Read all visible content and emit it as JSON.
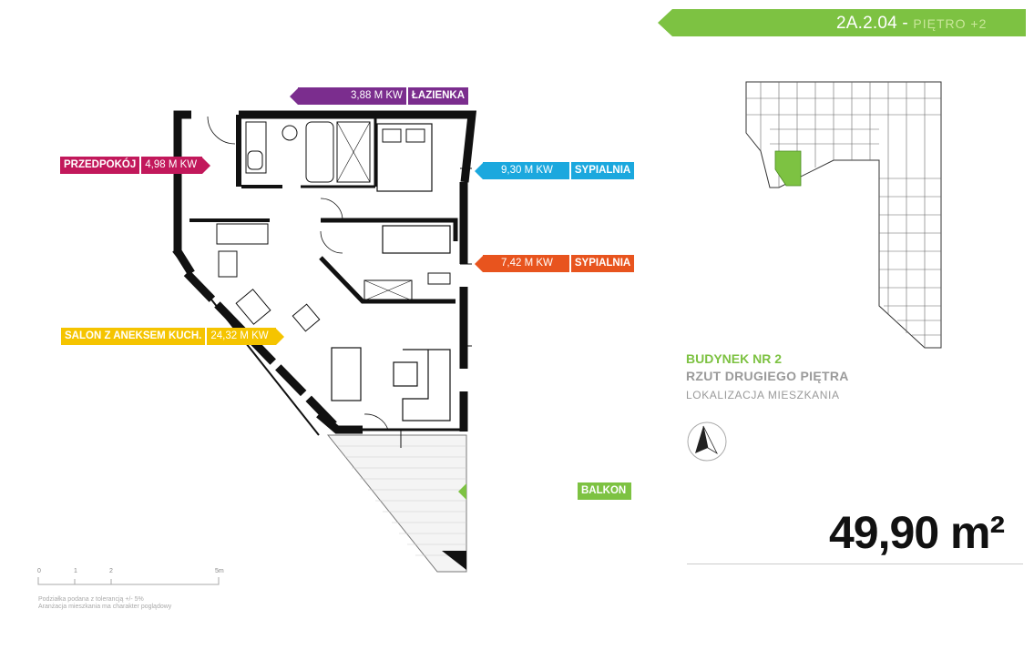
{
  "header": {
    "unit_code": "2A.2.04",
    "dash": "-",
    "floor": "PIĘTRO +2",
    "color": "#7dc242"
  },
  "rooms": [
    {
      "name": "ŁAZIENKA",
      "area": "3,88 M KW",
      "color": "#7b2d8e"
    },
    {
      "name": "PRZEDPOKÓJ",
      "area": "4,98 M KW",
      "color": "#c2185b"
    },
    {
      "name": "SYPIALNIA",
      "area": "9,30 M KW",
      "color": "#1ba8de"
    },
    {
      "name": "SYPIALNIA",
      "area": "7,42 M KW",
      "color": "#e8541e"
    },
    {
      "name": "SALON Z ANEKSEM KUCH.",
      "area": "24,32 M KW",
      "color": "#f5c400"
    },
    {
      "name": "BALKON",
      "area": "",
      "color": "#7dc242"
    }
  ],
  "building": {
    "title": "BUDYNEK NR 2",
    "subtitle": "RZUT DRUGIEGO PIĘTRA",
    "caption": "LOKALIZACJA MIESZKANIA"
  },
  "total_area": "49,90 m²",
  "scale": {
    "ticks": [
      "0",
      "1",
      "2",
      "5m"
    ]
  },
  "notes": [
    "Podziałka podana z tolerancją +/- 5%",
    "Aranżacja mieszkania ma charakter poglądowy"
  ],
  "icons": {
    "compass": "north-arrow-icon"
  }
}
